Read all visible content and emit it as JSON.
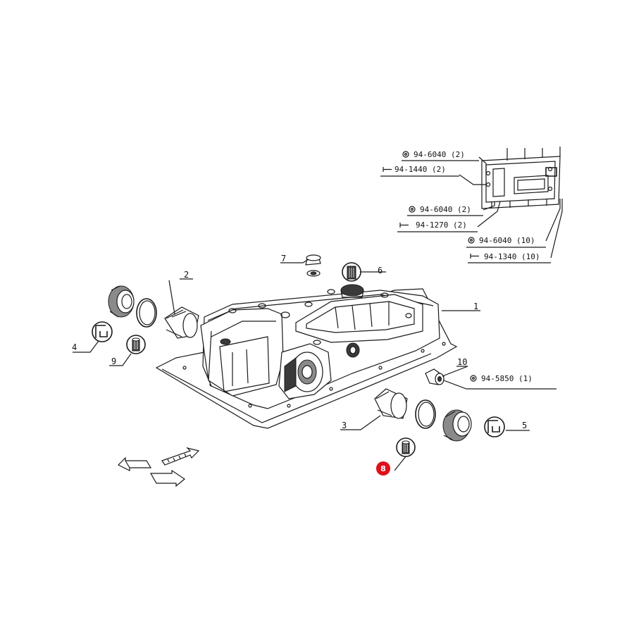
{
  "diagram": {
    "callouts": [
      "1",
      "2",
      "3",
      "4",
      "5",
      "6",
      "7",
      "8",
      "9",
      "10"
    ],
    "highlighted_callout": "8",
    "references": {
      "top_washer_a": "94-6040 (2)",
      "top_bolt_a": "94-1440 (2)",
      "top_washer_b": "94-6040 (2)",
      "top_bolt_b": "94-1270 (2)",
      "top_washer_c": "94-6040 (10)",
      "top_bolt_c": "94-1340 (10)",
      "bush_washer": "94-5850 (1)"
    },
    "colors": {
      "line": "#1a1a1a",
      "highlight": "#e0101a",
      "background": "#ffffff"
    },
    "icons": {
      "washer": "washer-icon",
      "bolt": "bolt-icon",
      "seal_kit": "seal-kit-icon",
      "grease": "grease-icon",
      "direction": "direction-arrows-icon"
    }
  }
}
